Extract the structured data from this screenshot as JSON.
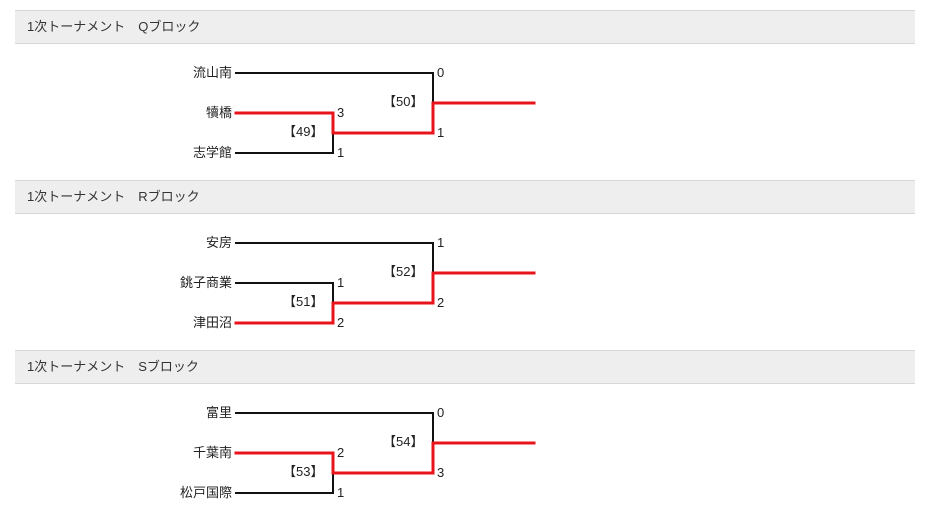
{
  "blocks": [
    {
      "title": "1次トーナメント　Qブロック",
      "teams": [
        "流山南",
        "犢橋",
        "志学館"
      ],
      "semi": {
        "label": "【49】",
        "score_top": "3",
        "score_bottom": "1"
      },
      "final": {
        "label": "【50】",
        "score_top": "0",
        "score_bottom": "1"
      },
      "winners": {
        "semi": "top",
        "final": "bottom"
      }
    },
    {
      "title": "1次トーナメント　Rブロック",
      "teams": [
        "安房",
        "銚子商業",
        "津田沼"
      ],
      "semi": {
        "label": "【51】",
        "score_top": "1",
        "score_bottom": "2"
      },
      "final": {
        "label": "【52】",
        "score_top": "1",
        "score_bottom": "2"
      },
      "winners": {
        "semi": "bottom",
        "final": "bottom"
      }
    },
    {
      "title": "1次トーナメント　Sブロック",
      "teams": [
        "富里",
        "千葉南",
        "松戸国際"
      ],
      "semi": {
        "label": "【53】",
        "score_top": "2",
        "score_bottom": "1"
      },
      "final": {
        "label": "【54】",
        "score_top": "0",
        "score_bottom": "3"
      },
      "winners": {
        "semi": "top",
        "final": "bottom"
      }
    }
  ],
  "colors": {
    "win": "#e8141b",
    "line": "#111111",
    "header_bg": "#eeeeee"
  }
}
